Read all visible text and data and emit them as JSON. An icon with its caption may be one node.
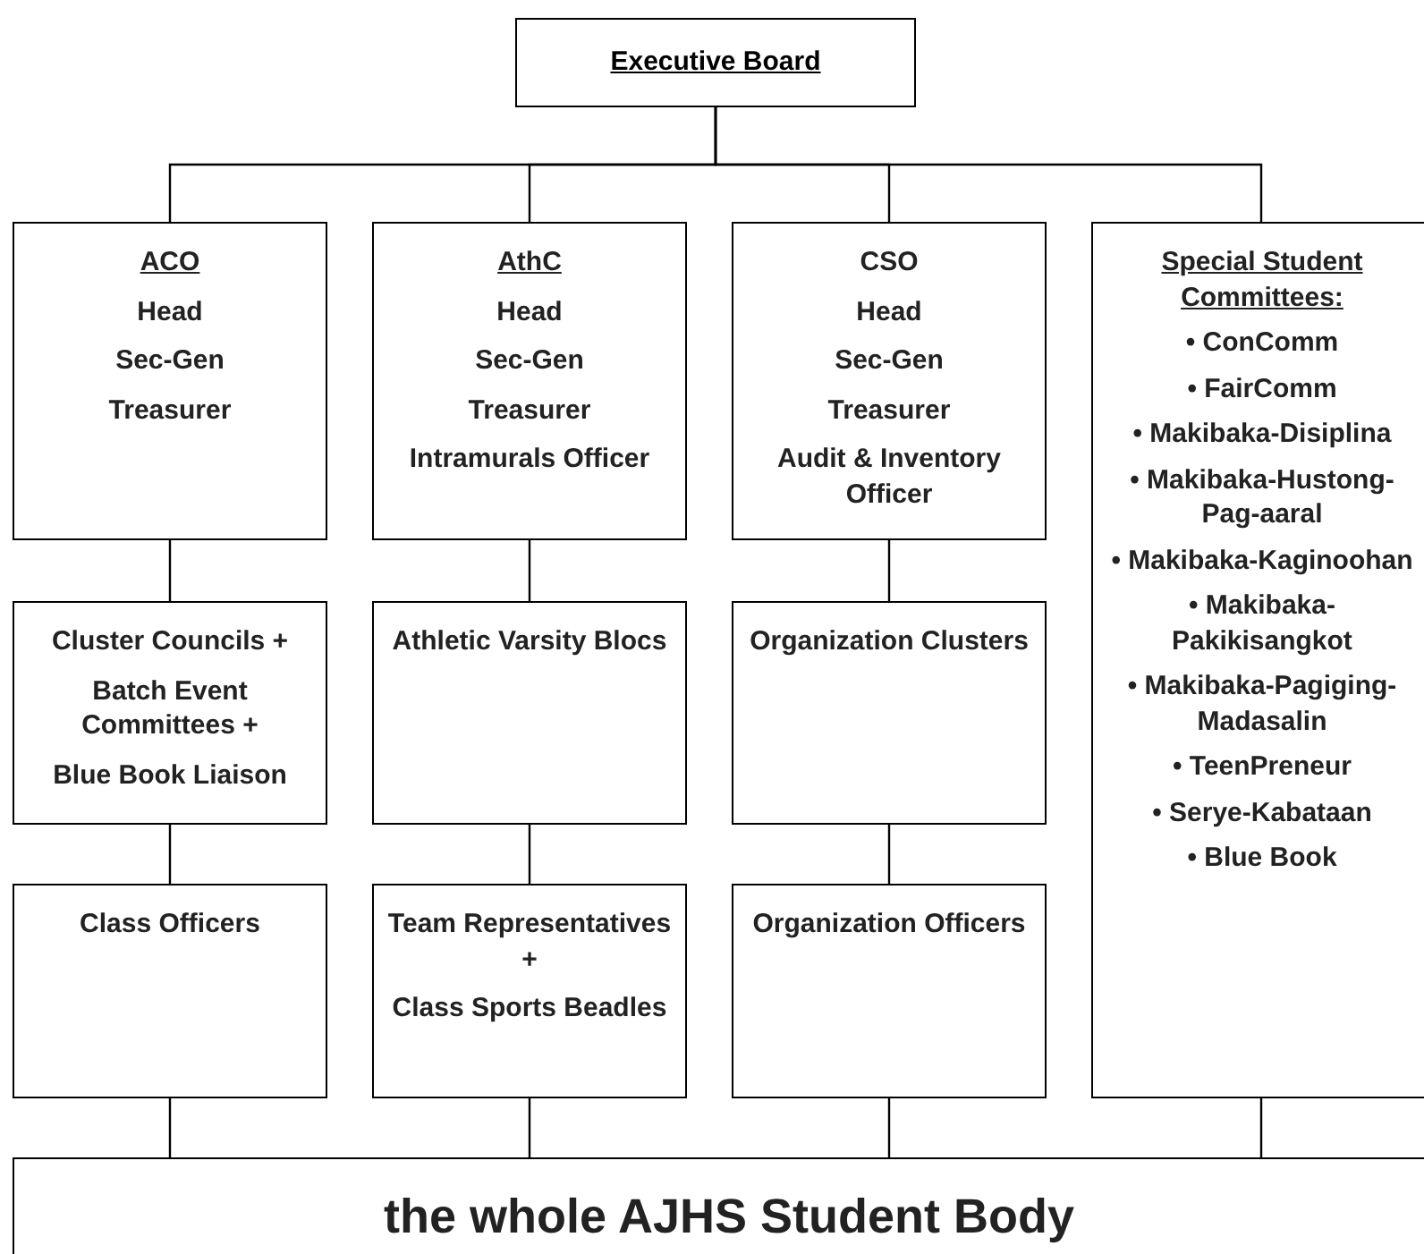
{
  "diagram": {
    "nodes": [
      {
        "text": [
          "Executive Board"
        ]
      },
      {
        "text": [
          "ACO",
          "Head",
          "Sec-Gen",
          "Treasurer"
        ]
      },
      {
        "text": [
          "AthC",
          "Head",
          "Sec-Gen",
          "Treasurer",
          "Intramurals Officer"
        ]
      },
      {
        "text": [
          "CSO",
          "Head",
          "Sec-Gen",
          "Treasurer",
          "Audit & Inventory Officer"
        ]
      },
      {
        "text": [
          "Special Student Committees:",
          "• ConComm",
          "• FairComm",
          "• Makibaka-Disiplina",
          "• Makibaka-Hustong-Pag-aaral",
          "• Makibaka-Kaginoohan",
          "• Makibaka-Pakikisangkot",
          "• Makibaka-Pagiging-Madasalin",
          "• TeenPreneur",
          "• Serye-Kabataan",
          "• Blue Book"
        ]
      },
      {
        "text": [
          "Cluster Councils +",
          "Batch Event Committees +",
          "Blue Book Liaison"
        ]
      },
      {
        "text": [
          "Athletic Varsity Blocs"
        ]
      },
      {
        "text": [
          "Organization Clusters"
        ]
      },
      {
        "text": [
          "Class Officers"
        ]
      },
      {
        "text": [
          "Team Representatives +",
          "Class Sports Beadles"
        ]
      },
      {
        "text": [
          "Organization Officers"
        ]
      },
      {
        "text": [
          "the whole AJHS Student Body"
        ]
      }
    ],
    "edges": [
      {
        "from": 0,
        "to": 1,
        "arrow": "none"
      },
      {
        "from": 0,
        "to": 2,
        "arrow": "none"
      },
      {
        "from": 0,
        "to": 3,
        "arrow": "none"
      },
      {
        "from": 0,
        "to": 4,
        "arrow": "none"
      },
      {
        "from": 1,
        "to": 5,
        "arrow": "none"
      },
      {
        "from": 2,
        "to": 6,
        "arrow": "none"
      },
      {
        "from": 3,
        "to": 7,
        "arrow": "none"
      },
      {
        "from": 5,
        "to": 8,
        "arrow": "none"
      },
      {
        "from": 6,
        "to": 9,
        "arrow": "none"
      },
      {
        "from": 7,
        "to": 10,
        "arrow": "none"
      },
      {
        "from": 8,
        "to": 11,
        "arrow": "none"
      },
      {
        "from": 9,
        "to": 11,
        "arrow": "none"
      },
      {
        "from": 10,
        "to": 11,
        "arrow": "none"
      },
      {
        "from": 4,
        "to": 11,
        "arrow": "none"
      }
    ]
  }
}
